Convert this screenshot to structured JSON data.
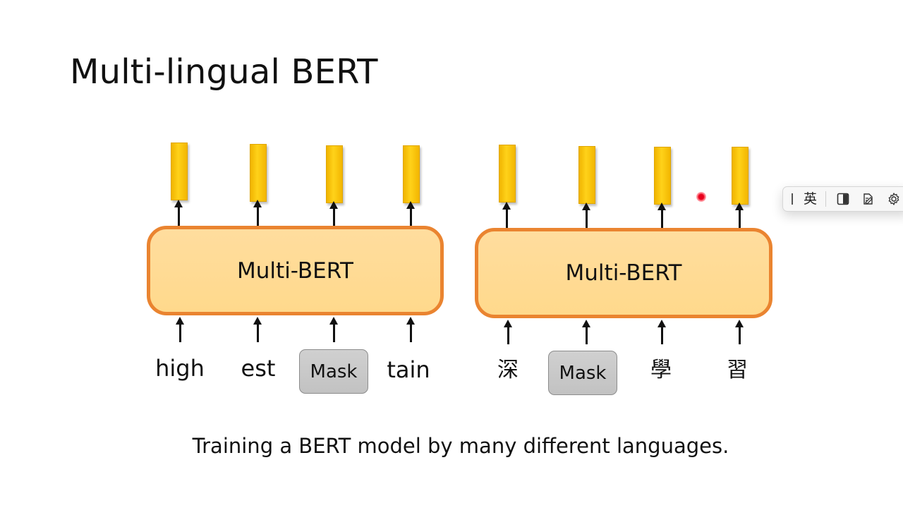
{
  "slide": {
    "title": "Multi-lingual BERT",
    "caption": "Training a BERT model by many different languages."
  },
  "left_model": {
    "label": "Multi-BERT",
    "tokens": [
      "high",
      "est",
      "Mask",
      "tain"
    ]
  },
  "right_model": {
    "label": "Multi-BERT",
    "tokens": [
      "深",
      "Mask",
      "學",
      "習"
    ]
  },
  "ime_toolbar": {
    "language": "英",
    "icons": [
      "grip-icon",
      "half-width-toggle-icon",
      "ime-pad-icon",
      "gear-icon"
    ]
  },
  "colors": {
    "model_border": "#ea8430",
    "model_fill": "#ffd98c",
    "vector_fill": "#ffcc00",
    "mask_fill": "#c6c6c6",
    "pointer": "#e8001c"
  }
}
